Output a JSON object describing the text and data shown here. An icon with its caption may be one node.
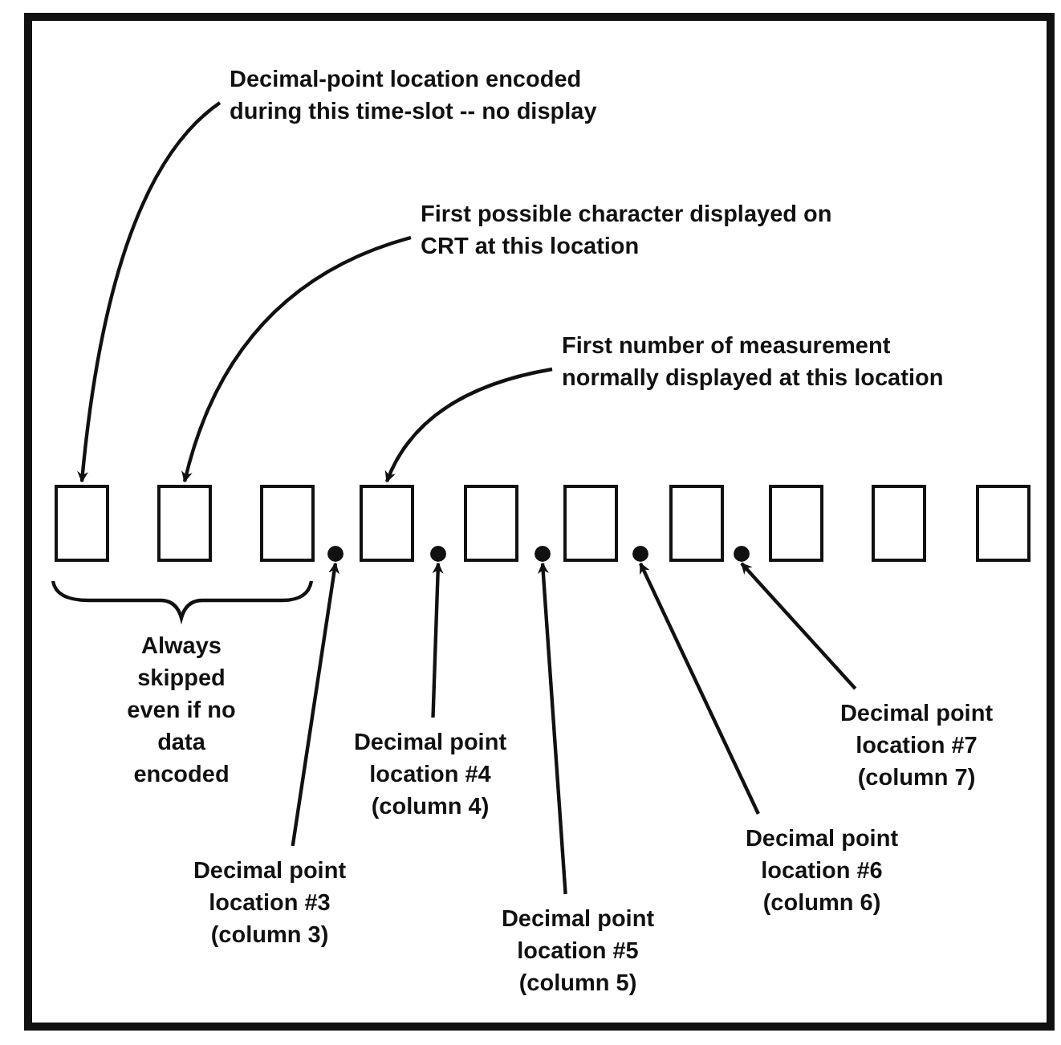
{
  "diagram": {
    "nodes": [
      {
        "text": [
          "Decimal-point location encoded during this time-slot -- no display"
        ]
      },
      {
        "text": [
          "First possible character displayed on CRT at this location"
        ]
      },
      {
        "text": [
          "First number of measurement normally displayed at this location"
        ]
      },
      {
        "text": [],
        "shape": "box"
      },
      {
        "text": [],
        "shape": "box"
      },
      {
        "text": [],
        "shape": "box"
      },
      {
        "text": [],
        "shape": "box"
      },
      {
        "text": [],
        "shape": "box"
      },
      {
        "text": [],
        "shape": "box"
      },
      {
        "text": [],
        "shape": "box"
      },
      {
        "text": [],
        "shape": "box"
      },
      {
        "text": [],
        "shape": "box"
      },
      {
        "text": [],
        "shape": "box"
      },
      {
        "text": [],
        "shape": "circle"
      },
      {
        "text": [],
        "shape": "circle"
      },
      {
        "text": [],
        "shape": "circle"
      },
      {
        "text": [],
        "shape": "circle"
      },
      {
        "text": [],
        "shape": "circle"
      },
      {
        "text": [
          "Decimal point location #3 (column 3)"
        ]
      },
      {
        "text": [
          "Decimal point location #4 (column 4)"
        ]
      },
      {
        "text": [
          "Decimal point location #5 (column 5)"
        ]
      },
      {
        "text": [
          "Decimal point location #6 (column 6)"
        ]
      },
      {
        "text": [
          "Decimal point location #7 (column 7)"
        ]
      }
    ],
    "edges": [
      {
        "from": 0,
        "to": 3,
        "arrow": "to"
      },
      {
        "from": 1,
        "to": 4,
        "arrow": "to"
      },
      {
        "from": 2,
        "to": 6,
        "arrow": "to"
      },
      {
        "from": 18,
        "to": 13,
        "arrow": "to"
      },
      {
        "from": 19,
        "to": 14,
        "arrow": "to"
      },
      {
        "from": 20,
        "to": 15,
        "arrow": "to"
      },
      {
        "from": 21,
        "to": 16,
        "arrow": "to"
      },
      {
        "from": 22,
        "to": 17,
        "arrow": "to"
      }
    ],
    "labels": [
      "Always skipped even if no data encoded"
    ]
  }
}
